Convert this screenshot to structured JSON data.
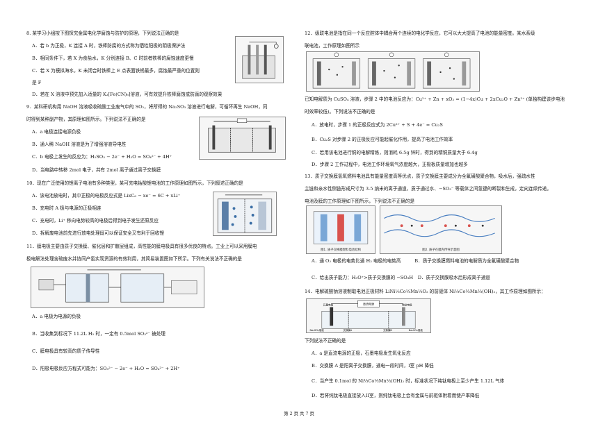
{
  "left": {
    "q8": {
      "stem": "8. 某学习小组按下图探究金属电化学腐蚀与防护的原理，下列说法正确的是",
      "A": "A．若 b 为正极，K 连接 A 时，铁棒防腐的方式称为牺牲阳极的阴极保护法",
      "B": "B．相同条件下，若 X 为食盐水，K 分别连接 B、C 时前者铁棒的腐蚀速度更慢",
      "C1": "C．若 X 为模拟海水，K 未闭合时铁棒上 E 点表面铁锈最多，腐蚀最严重的位置则",
      "C2": "是 F",
      "D": "D．若在 X 溶液中预先加入适量的 K₃[Fe(CN)₆]溶液，可有效提升铁棒腐蚀或防腐的观察效果"
    },
    "q9": {
      "stem1": "9．某科研机构用 NaOH 溶液吸收硫酸工业废气中的 SO₂，将所得的 Na₂SO₃ 溶液进行电解，可循环再生 NaOH，同",
      "stem2": "时得到某种副产物，其原理如图所示。下列说法不正确的是",
      "A": "A．a 电极连接电源负极",
      "B": "B．通入稀 NaOH 溶液是为了增强溶液导电性",
      "C": "C．b 电极上发生的反应为：H₂SO₃ − 2e⁻ + H₂O = SO₄²⁻ + 4H⁺",
      "D": "D．当电路中转移 2mol 电子，共有 2mol 离子通过离子交换膜"
    },
    "q10": {
      "stem": "10．现在广泛使用的锂离子电池有多种类型，某可充电钴酸锂电池的工作原理如图所示，下列叙述正确的是",
      "A": "A．该电池放电时，其中正极的电极反应式是 LixC₆ − xe⁻ = 6C + xLi⁺",
      "B": "B．充电时 A 极与电源的正极相连",
      "C": "C．充电时，Li⁺ 移向电势较高的电极后得到电子发生还原反应",
      "D": "D．拆解废电池前先进行放电处理既可以保证安全又有利于回收锂"
    },
    "q11": {
      "stem1": "11．膜电极主要由质子交换膜、催化层和扩散层组成，高性能的膜电极具有很多优良的特点。工业上可以采用膜电",
      "stem2": "极电解法处理含硫废水并协同产氢实现资源的有效利用，其简易装置图如下所示。下列有关说法不正确的是",
      "A": "A．a 电极为电源的负极",
      "B": "B．当收集到标况下 11.2L H₂ 时，一定有 0.5mol SO₃²⁻ 被处理",
      "C": "C．膜电极具有较高的质子传导性",
      "D": "D．阳极电极反应方程式可能为：SO₃²⁻ − 2e⁻ + H₂O = SO₄²⁻ + 2H⁺"
    }
  },
  "right": {
    "q12": {
      "stem1": "12．级联电池是指在同一个反应腔体中耦合两个连续的电化学反应，它可以大大提高了电池的能量密度。某水系级",
      "stem2": "联电池，工作原理如图所示",
      "intro1": "已知电解质为 CuSO₄ 溶液，步骤 2 中的电池反应为：Cu²⁺ + Zn + xO₂ = (1−4x)Cu + 2xCu₂O + Zn²⁺ (单独构建该步电池",
      "intro2": "时效率较低)。下列说法不正确的是",
      "A": "A．放电时，步骤 1 的正极反应式为 2Cu²⁺ + S + 4e⁻ = Cu₂S",
      "B": "B．Cu₂S 对步骤 2 的正极反应可能起催化作用，提高了电池工作效率",
      "C": "C．若用该电池进行铜的电解精炼，则消耗 6.5g 锌时，得到的精铜质量大于 6.4g",
      "D": "D．步骤 2 工作过程中，电池工作环境氧气浓度越大，正极板质量增加也越多"
    },
    "q13": {
      "stem1": "13．质子交换膜氢氧燃料电池具有能量密度高等优点，质子交换膜主要成分为全氟磺酸聚合物，吸水后，强疏水性",
      "stem2": "主链和亲水性侧链形成尺寸为 3-5 纳米的离子通道，质子通过水、−SO₃⁻ 等载体之间氢键的断裂和生成，定向连续传递。",
      "stem3": "电池及膜的工作原理如下图所示，下列说法不正确的是",
      "AB": "A．通 O₂ 电极的电势比通 H₂ 电极的电势高　　　B．质子交换膜燃料电池的电解质为全氟磺酸聚合物",
      "CD": "C．给出质子能力：H₃O⁺>质子交换膜的 −SO₃H　D．质子交换膜吸水后形成离子通道",
      "fig_cap1": "图1. 质子交换膜燃料电池结构",
      "fig_cap2": "图2. 质子在膜内传导示意图"
    },
    "q14": {
      "stem": "14．电解硫酸钠溶液制取电池正极材料 LiNi⅓Co⅓Mn⅓O₂ 的前驱体 Ni⅓Co⅓Mn⅓(OH)₂，其工作原理如图所示：",
      "lead": "下列说法不正确的是",
      "A": "A．a 是直流电源的正极，石墨电极发生氧化反应",
      "B": "B．交换膜 A 是阳离子交换膜，通电一段时间，I室 pH 降低",
      "C": "C．当产生 0.1mol 的 Ni⅓Co⅓Mn⅓(OH)₂ 时，标准状况下纯钛电极上至少产生 1.12L 气体",
      "D": "D．若将纯钛电极直接放入II室，则纯钛电极上会有金属与前驱体附着而使产率降低",
      "labels": {
        "graphite": "石墨电极",
        "ti": "纯钛电极",
        "dc": "直流电源",
        "left_sol": "Na₂SO₄溶液",
        "right_sol": "Na₂SO₄溶液",
        "memA": "交换膜A",
        "memB": "交换膜B"
      }
    }
  },
  "footer": "第 2 页 共 7 页"
}
